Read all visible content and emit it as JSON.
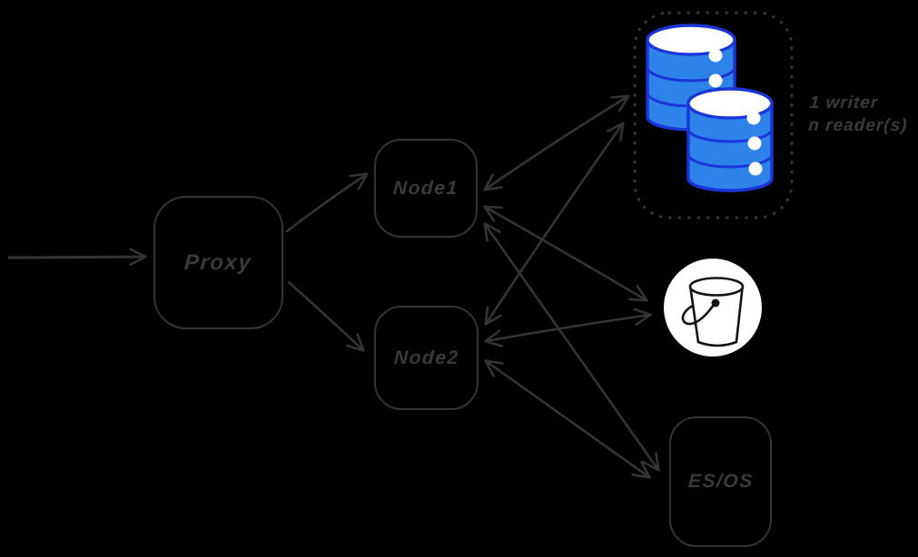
{
  "diagram": {
    "type": "architecture-diagram",
    "background": "#000000",
    "ink_color": "#343434",
    "nodes": {
      "proxy": {
        "label": "Proxy",
        "shape": "rounded-rectangle"
      },
      "node1": {
        "label": "Node1",
        "shape": "rounded-rectangle"
      },
      "node2": {
        "label": "Node2",
        "shape": "rounded-rectangle"
      },
      "esos": {
        "label": "ES/OS",
        "shape": "rounded-rectangle"
      },
      "database_cluster": {
        "shape": "dotted-rounded-rectangle",
        "icon": "database-cylinders-icon",
        "cylinder_count": 2,
        "note_line1": "1 writer",
        "note_line2": "n reader(s)",
        "cylinder_fill": "#2d83ea",
        "cylinder_stroke": "#1a35d8"
      },
      "bucket": {
        "shape": "circle",
        "icon": "bucket-icon",
        "circle_fill": "#ffffff",
        "art_stroke": "#131313"
      }
    },
    "edges": [
      {
        "from": "inbound-traffic",
        "to": "proxy",
        "arrows": "single"
      },
      {
        "from": "proxy",
        "to": "node1",
        "arrows": "single"
      },
      {
        "from": "proxy",
        "to": "node2",
        "arrows": "single"
      },
      {
        "from": "node1",
        "to": "database_cluster",
        "arrows": "double"
      },
      {
        "from": "node2",
        "to": "database_cluster",
        "arrows": "double"
      },
      {
        "from": "node1",
        "to": "bucket",
        "arrows": "double"
      },
      {
        "from": "node2",
        "to": "bucket",
        "arrows": "double"
      },
      {
        "from": "node1",
        "to": "esos",
        "arrows": "double"
      },
      {
        "from": "node2",
        "to": "esos",
        "arrows": "double"
      }
    ]
  }
}
